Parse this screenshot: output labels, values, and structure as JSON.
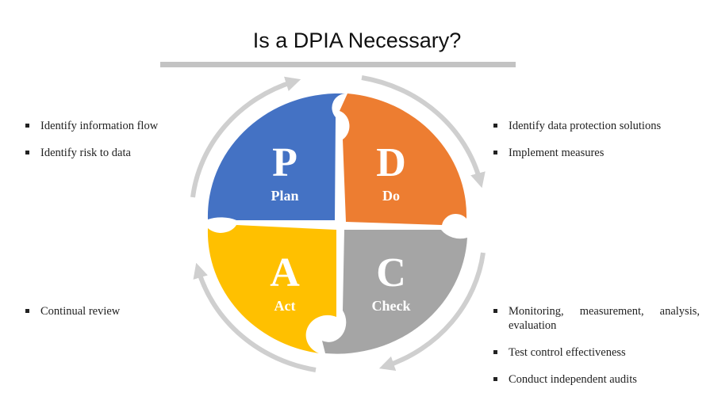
{
  "title": "Is a DPIA Necessary?",
  "colors": {
    "plan": "#4472c4",
    "do": "#ed7d31",
    "check": "#a5a5a5",
    "act": "#ffc000",
    "arrows": "#cfcfcf"
  },
  "quadrants": {
    "plan": {
      "letter": "P",
      "label": "Plan"
    },
    "do": {
      "letter": "D",
      "label": "Do"
    },
    "act": {
      "letter": "A",
      "label": "Act"
    },
    "check": {
      "letter": "C",
      "label": "Check"
    }
  },
  "bullets": {
    "plan": [
      "Identify information flow",
      "Identify risk to data"
    ],
    "do": [
      "Identify data protection solutions",
      "Implement measures"
    ],
    "act": [
      "Continual review"
    ],
    "check": [
      "Monitoring, measurement, analysis, evaluation",
      "Test control effectiveness",
      "Conduct independent audits"
    ]
  }
}
